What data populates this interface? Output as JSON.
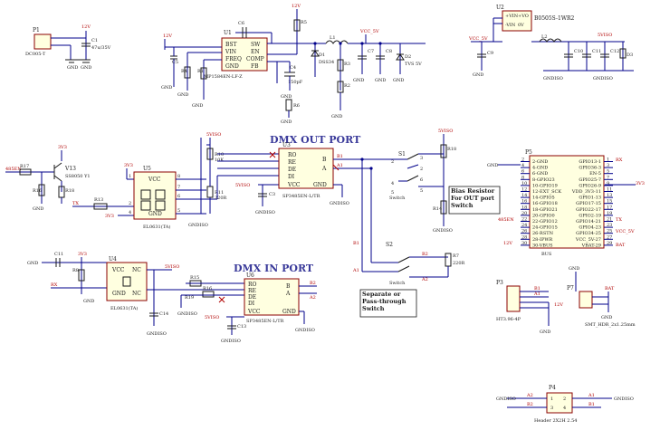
{
  "titles": {
    "dmx_out": "DMX OUT PORT",
    "dmx_in": "DMX IN PORT"
  },
  "notes": {
    "bias": [
      "Bias Resistor",
      "For OUT port",
      "Switch"
    ],
    "separate": [
      "Separate or",
      "Pass-through",
      "Switch"
    ]
  },
  "power_input": {
    "connector": "P1",
    "part": "DC005-T",
    "cap_ref": "C1",
    "cap_val": "47u/35V",
    "net": "12V"
  },
  "buck": {
    "ref": "U1",
    "part": "MP1584EN-LF-Z",
    "pins_left": [
      "BST",
      "VIN",
      "FREQ",
      "GND"
    ],
    "pins_right": [
      "SW",
      "EN",
      "COMP",
      "FB"
    ],
    "diode_ref": "D1",
    "diode_part": "DSS34",
    "tvs_ref": "D2",
    "tvs_part": "TVS 5V",
    "out_net": "VCC_5V",
    "in_net": "12V",
    "cap_labels": [
      "C5",
      "C6",
      "C4",
      "C7",
      "C8"
    ],
    "res_labels": [
      "R1",
      "R2",
      "R3",
      "R4",
      "R5",
      "R6"
    ],
    "inductor": "L1"
  },
  "isolated_dcdc": {
    "ref": "U2",
    "part": "B0505S-1WR2",
    "pins": [
      "+VIN",
      "-VIN",
      "+VO",
      "0V"
    ],
    "in_net": "VCC_5V",
    "out_net": "5VISO",
    "gnd": "GNDISO",
    "cap_labels": [
      "C9",
      "C10",
      "C11",
      "C12"
    ],
    "led": "D3",
    "inductor": "L2"
  },
  "dmx_out": {
    "transistor_ref": "V13",
    "transistor_part": "SS8050 Y1",
    "net_3v3": "3V3",
    "net_en": "485EN",
    "tx": "TX",
    "optocoupler_ref": "U5",
    "optocoupler_part": "EL0631(TA)",
    "transceiver_ref": "U3",
    "transceiver_part": "SP3485EN-L/TR",
    "transceiver_pins_left": [
      "RO",
      "RE",
      "DE",
      "DI",
      "VCC"
    ],
    "transceiver_pins_right": [
      "B",
      "A",
      "GND"
    ],
    "bus_a": "A1",
    "bus_b": "B1",
    "gnd": "GND",
    "gndiso": "GNDISO",
    "iso": "5VISO",
    "res_labels": [
      "R17",
      "R16",
      "R18",
      "R13",
      "R10",
      "R11",
      "R14",
      "R15",
      "R16"
    ],
    "cap": "C3"
  },
  "dmx_in": {
    "optocoupler_ref": "U4",
    "optocoupler_part": "EL0631(TA)",
    "transceiver_ref": "U6",
    "transceiver_part": "SP3485EN-L/TR",
    "rx": "RX",
    "bus_a": "A2",
    "bus_b": "B2",
    "net_3v3": "3V3",
    "iso": "5VISO",
    "gnd": "GND",
    "gndiso": "GNDISO",
    "cap_labels": [
      "C11",
      "C13",
      "C14"
    ],
    "res_labels": [
      "R8",
      "R15",
      "R16",
      "R19"
    ]
  },
  "switches": {
    "s1": "S1",
    "s2": "S2",
    "label": "Switch",
    "r7": "R7",
    "r7_val": "220R",
    "b1": "B1",
    "a1": "A1",
    "b2": "B2",
    "a2": "A2",
    "r14": "R14",
    "r18": "R18"
  },
  "mcu": {
    "ref": "P5",
    "label": "BUS",
    "left_pins": [
      "2-GND",
      "4-GND",
      "6-GND",
      "8-GPIO23",
      "10-GPIO19",
      "12-EXT_SCK",
      "14-GPIO5",
      "16-GPIO18",
      "18-GPIO21",
      "20-GPIO0",
      "22-GPIO12",
      "24-GPIO15",
      "26-RSTN",
      "28-IPWR",
      "30-VBUS"
    ],
    "right_pins": [
      "GPIO13-1",
      "GPIO36-3",
      "EN-5",
      "GPIO25-7",
      "GPIO26-9",
      "VDD_3V3-11",
      "GPIO1-13",
      "GPIO17-15",
      "GPIO22-17",
      "GPIO2-19",
      "GPIO14-21",
      "GPIO4-23",
      "GPIO34-25",
      "VCC_5V-27",
      "VBAT-29"
    ],
    "left_nums": [
      "2",
      "4",
      "6",
      "8",
      "10",
      "12",
      "14",
      "16",
      "18",
      "20",
      "22",
      "24",
      "26",
      "28",
      "30"
    ],
    "right_nums": [
      "1",
      "3",
      "5",
      "7",
      "9",
      "11",
      "13",
      "15",
      "17",
      "19",
      "21",
      "23",
      "25",
      "27",
      "29"
    ],
    "nets_left": [
      "GND",
      "485EN",
      "12V"
    ],
    "nets_right": [
      "RX",
      "3V3",
      "TX",
      "VCC_5V",
      "BAT"
    ]
  },
  "p3": {
    "ref": "P3",
    "part": "HT3.96-4P",
    "pins": [
      "B1",
      "A1",
      "12V"
    ]
  },
  "p7": {
    "ref": "P7",
    "part": "SMT_HDR_2x1.25mm",
    "nets": [
      "BAT",
      "GND"
    ]
  },
  "p4": {
    "ref": "P4",
    "part": "Header 2X2H 2.54",
    "pins_left": [
      "A2",
      "B2"
    ],
    "pins_right": [
      "A1",
      "B1"
    ],
    "gnd": "GNDISO"
  }
}
